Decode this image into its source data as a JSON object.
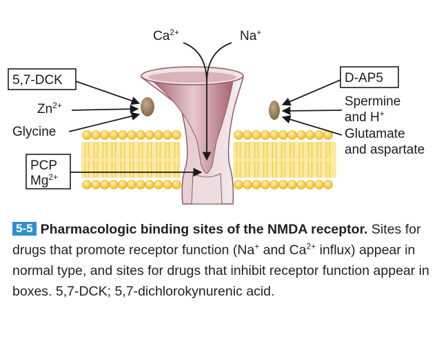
{
  "diagram": {
    "ions": {
      "ca_base": "Ca",
      "ca_sup": "2+",
      "na_base": "Na",
      "na_sup": "+"
    },
    "left_labels": {
      "dck": "5,7-DCK",
      "zn_base": "Zn",
      "zn_sup": "2+",
      "glycine": "Glycine",
      "pcp": "PCP",
      "mg_base": "Mg",
      "mg_sup": "2+"
    },
    "right_labels": {
      "dap5": "D-AP5",
      "spermine_line1": "Spermine",
      "spermine_line2_base": "and H",
      "spermine_line2_sup": "+",
      "glutamate_line1": "Glutamate",
      "glutamate_line2": "and aspartate"
    },
    "colors": {
      "membrane_head": "#f2c224",
      "membrane_tail": "#f6d45a",
      "channel_outer": "#f3e8ea",
      "channel_inner": "#b87a85",
      "binding_site": "#9c8060",
      "caption_badge": "#2f8fd0"
    }
  },
  "caption": {
    "number": "5-5",
    "title": "Pharmacologic binding sites of the NMDA receptor.",
    "text_1": " Sites for drugs that promote receptor function (Na",
    "sup_1": "+",
    "text_2": " and Ca",
    "sup_2": "2+",
    "text_3": " influx) appear in normal type, and sites for drugs that inhibit receptor function appear in boxes. 5,7-DCK; 5,7-dichlorokynurenic acid."
  }
}
